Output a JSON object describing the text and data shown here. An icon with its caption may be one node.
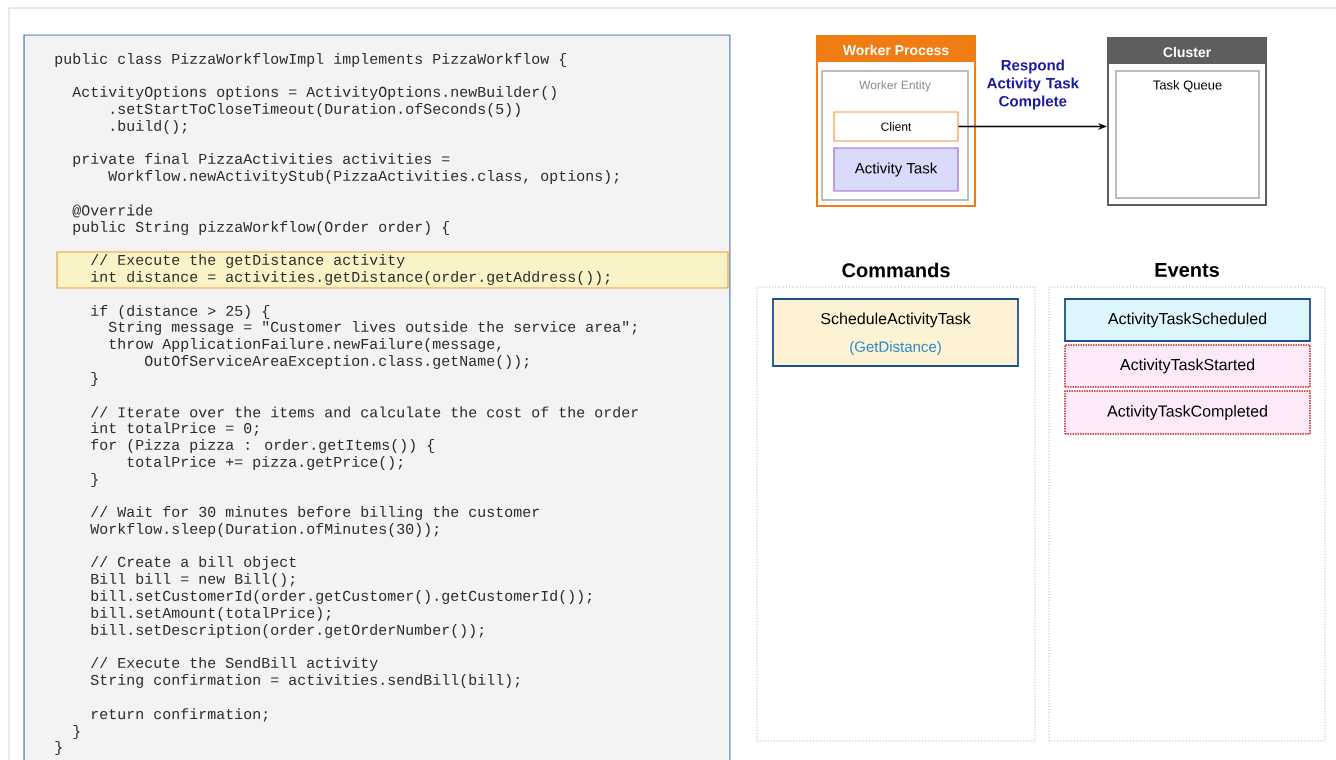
{
  "diagram": {
    "nodes": [
      {
        "text": [
          "Worker Process"
        ]
      },
      {
        "text": [
          "Worker Entity"
        ],
        "in": 0
      },
      {
        "text": [
          "Client"
        ],
        "in": 1
      },
      {
        "text": [
          "Activity Task"
        ],
        "in": 1
      },
      {
        "text": [
          "Cluster"
        ]
      },
      {
        "text": [
          "Task Queue"
        ],
        "in": 4
      },
      {
        "text": [
          "Commands"
        ]
      },
      {
        "text": [
          "ScheduleActivityTask",
          "(GetDistance)"
        ],
        "in": 6
      },
      {
        "text": [
          "Events"
        ]
      },
      {
        "text": [
          "ActivityTaskScheduled"
        ],
        "in": 8
      },
      {
        "text": [
          "ActivityTaskStarted"
        ],
        "in": 8
      },
      {
        "text": [
          "ActivityTaskCompleted"
        ],
        "in": 8
      }
    ],
    "edges": [
      {
        "from": 2,
        "to": 4,
        "arrow": "to",
        "label": "Respond Activity Task Complete"
      }
    ],
    "labels": [
      "public class PizzaWorkflowImpl implements PizzaWorkflow {",
      "ActivityOptions options = ActivityOptions.newBuilder()",
      ".setStartToCloseTimeout(Duration.ofSeconds(5))",
      ".build();",
      "private final PizzaActivities activities =",
      "Workflow.newActivityStub(PizzaActivities.class, options);",
      "@Override",
      "public String pizzaWorkflow(Order order) {",
      "// Execute the getDistance activity",
      "int distance = activities.getDistance(order.getAddress());",
      "if (distance > 25) {",
      "String message = \"Customer lives outside the service area\";",
      "throw ApplicationFailure.newFailure(message,",
      "OutOfServiceAreaException.class.getName());",
      "}",
      "// Iterate over the items and calculate the cost of the order",
      "int totalPrice = 0;",
      "for (Pizza pizza : order.getItems()) {",
      "totalPrice += pizza.getPrice();",
      "}",
      "// Wait for 30 minutes before billing the customer",
      "Workflow.sleep(Duration.ofMinutes(30));",
      "// Create a bill object",
      "Bill bill = new Bill();",
      "bill.setCustomerId(order.getCustomer().getCustomerId());",
      "bill.setAmount(totalPrice);",
      "bill.setDescription(order.getOrderNumber());",
      "// Execute the SendBill activity",
      "String confirmation = activities.sendBill(bill);",
      "return confirmation;",
      "}",
      "}"
    ]
  }
}
